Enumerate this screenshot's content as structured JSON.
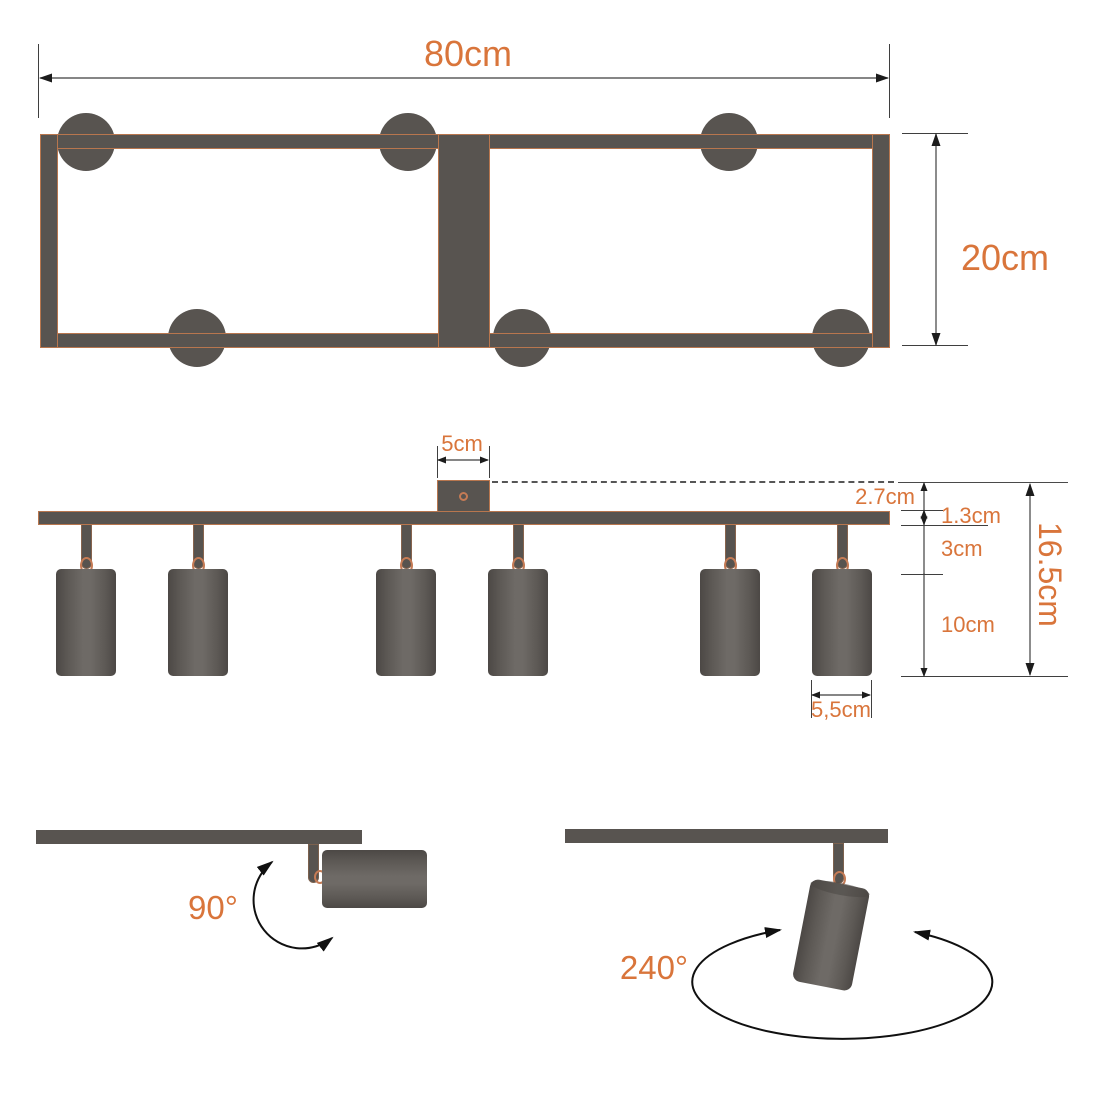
{
  "colors": {
    "accent": "#D9753B",
    "fixture_gray": "#585450",
    "outline_orange": "#C37A4E",
    "dimension_line": "#3F3F3F"
  },
  "top_view": {
    "width_label": "80cm",
    "height_label": "20cm"
  },
  "side_view": {
    "canopy_width_label": "5cm",
    "ceiling_offset_label": "2.7cm",
    "track_thickness_label": "1.3cm",
    "stem_height_label": "3cm",
    "body_height_label": "10cm",
    "total_height_label": "16.5cm",
    "body_diameter_label": "5,5cm"
  },
  "rotation": {
    "tilt_label": "90°",
    "swivel_label": "240°"
  }
}
